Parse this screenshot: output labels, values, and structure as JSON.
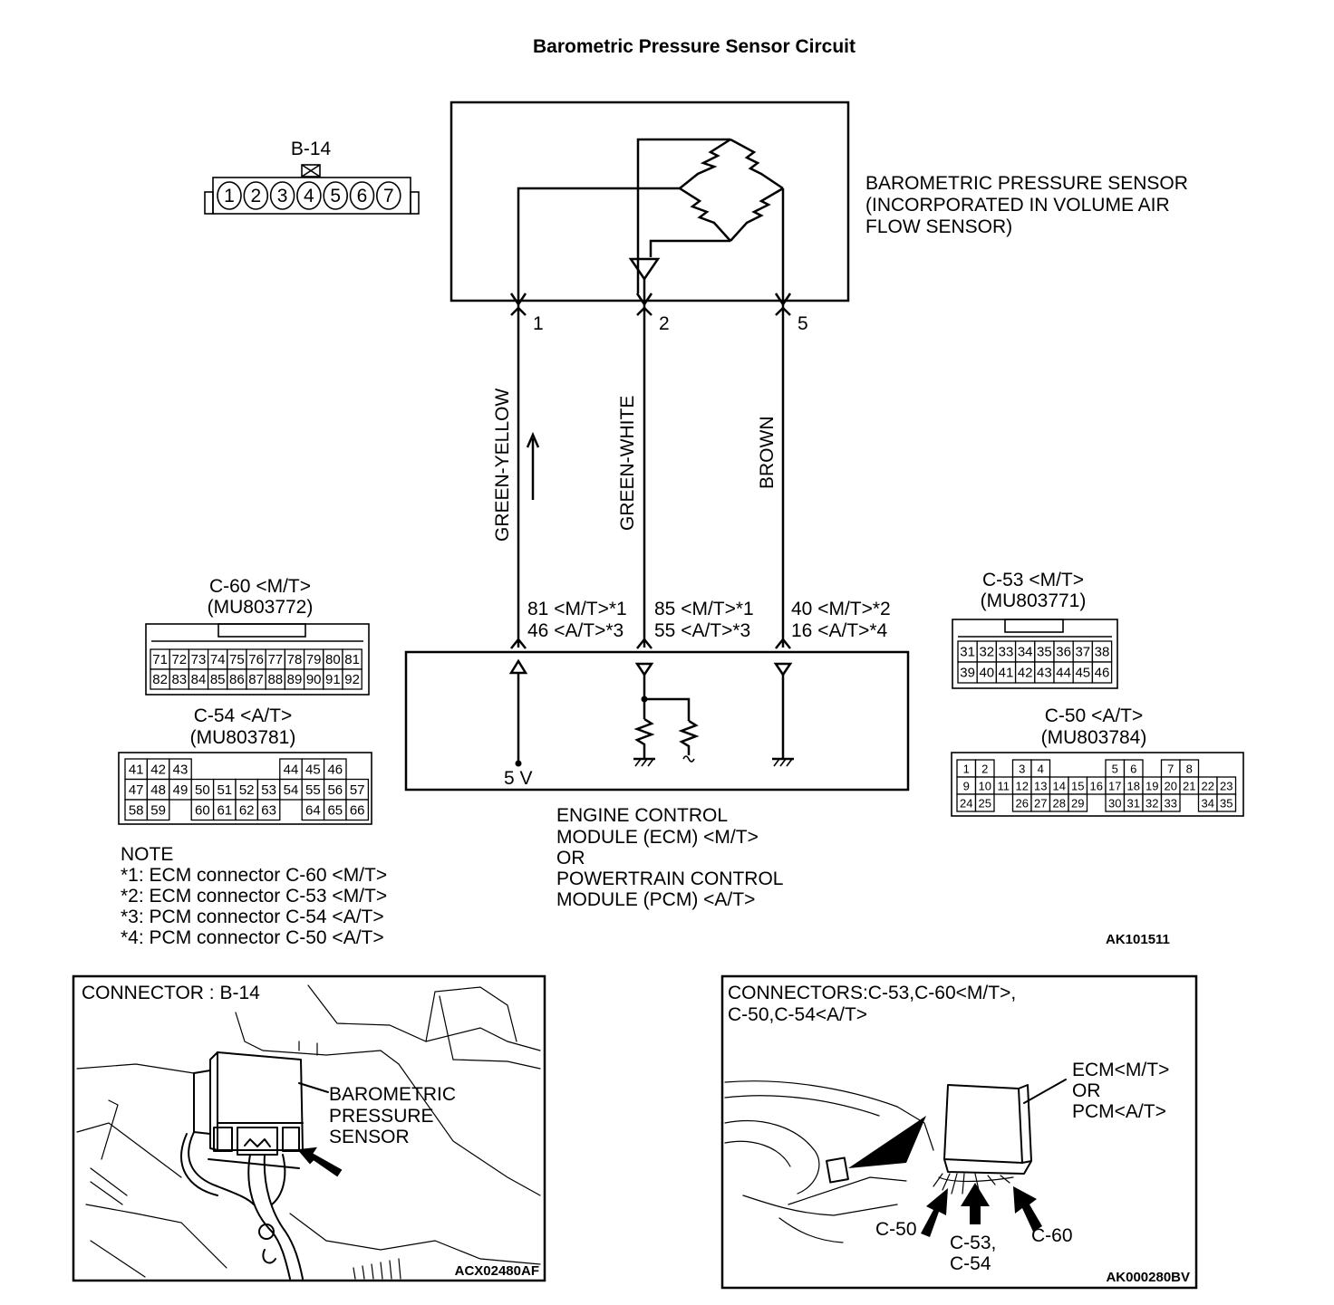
{
  "title": "Barometric Pressure Sensor Circuit",
  "sensor": {
    "connector": "B-14",
    "pins": [
      "1",
      "2",
      "3",
      "4",
      "5",
      "6",
      "7"
    ],
    "label_lines": [
      "BAROMETRIC PRESSURE SENSOR",
      "(INCORPORATED IN VOLUME AIR",
      "FLOW SENSOR)"
    ]
  },
  "wires": [
    {
      "pin": "1",
      "color": "GREEN-YELLOW",
      "term_lines": [
        "81 <M/T>*1",
        "46 <A/T>*3"
      ]
    },
    {
      "pin": "2",
      "color": "GREEN-WHITE",
      "term_lines": [
        "85 <M/T>*1",
        "55 <A/T>*3"
      ]
    },
    {
      "pin": "5",
      "color": "BROWN",
      "term_lines": [
        "40 <M/T>*2",
        "16 <A/T>*4"
      ]
    }
  ],
  "ecm": {
    "supply": "5 V",
    "label_lines": [
      "ENGINE CONTROL",
      "MODULE (ECM) <M/T>",
      "OR",
      "POWERTRAIN CONTROL",
      "MODULE (PCM) <A/T>"
    ]
  },
  "connectors": {
    "c60": {
      "name": "C-60 <M/T>",
      "part": "(MU803772)",
      "rows": [
        [
          "71",
          "72",
          "73",
          "74",
          "75",
          "76",
          "77",
          "78",
          "79",
          "80",
          "81"
        ],
        [
          "82",
          "83",
          "84",
          "85",
          "86",
          "87",
          "88",
          "89",
          "90",
          "91",
          "92"
        ]
      ]
    },
    "c54": {
      "name": "C-54 <A/T>",
      "part": "(MU803781)",
      "rows": [
        [
          "41",
          "42",
          "43",
          "",
          "",
          "",
          "",
          "44",
          "45",
          "46"
        ],
        [
          "47",
          "48",
          "49",
          "50",
          "51",
          "52",
          "53",
          "54",
          "55",
          "56",
          "57"
        ],
        [
          "58",
          "59",
          "",
          "60",
          "61",
          "62",
          "63",
          "",
          "64",
          "65",
          "66"
        ]
      ]
    },
    "c53": {
      "name": "C-53 <M/T>",
      "part": "(MU803771)",
      "rows": [
        [
          "31",
          "32",
          "33",
          "34",
          "35",
          "36",
          "37",
          "38"
        ],
        [
          "39",
          "40",
          "41",
          "42",
          "43",
          "44",
          "45",
          "46"
        ]
      ]
    },
    "c50": {
      "name": "C-50 <A/T>",
      "part": "(MU803784)",
      "rows": [
        [
          "1",
          "2",
          "",
          "3",
          "4",
          "",
          "",
          "",
          "5",
          "6",
          "",
          "7",
          "8"
        ],
        [
          "9",
          "10",
          "11",
          "12",
          "13",
          "14",
          "15",
          "16",
          "17",
          "18",
          "19",
          "20",
          "21",
          "22",
          "23"
        ],
        [
          "24",
          "25",
          "",
          "26",
          "27",
          "28",
          "29",
          "",
          "30",
          "31",
          "32",
          "33",
          "",
          "34",
          "35"
        ]
      ]
    }
  },
  "note": {
    "heading": "NOTE",
    "lines": [
      "*1: ECM connector C-60 <M/T>",
      "*2: ECM connector C-53 <M/T>",
      "*3: PCM connector C-54 <A/T>",
      "*4: PCM connector C-50 <A/T>"
    ]
  },
  "diagram_code": "AK101511",
  "photo_left": {
    "heading": "CONNECTOR : B-14",
    "callout_lines": [
      "BAROMETRIC",
      "PRESSURE",
      "SENSOR"
    ],
    "code": "ACX02480AF"
  },
  "photo_right": {
    "heading_lines": [
      "CONNECTORS:C-53,C-60<M/T>,",
      "C-50,C-54<A/T>"
    ],
    "module_lines": [
      "ECM<M/T>",
      "OR",
      "PCM<A/T>"
    ],
    "label_c50": "C-50",
    "label_c53_lines": [
      "C-53,",
      "C-54"
    ],
    "label_c60": "C-60",
    "code": "AK000280BV"
  }
}
